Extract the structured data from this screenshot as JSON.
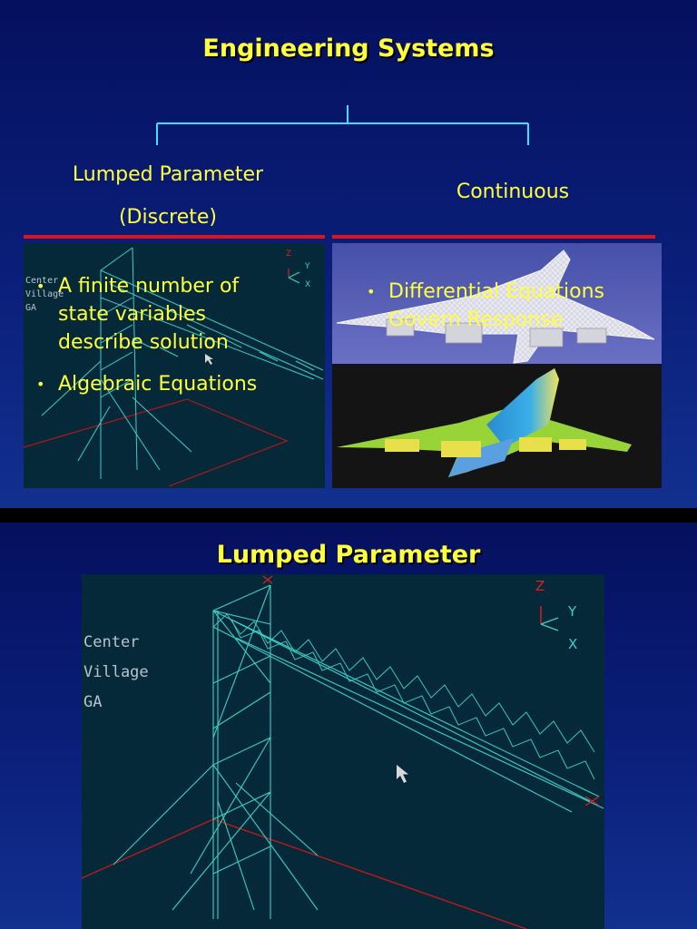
{
  "slide1": {
    "title": "Engineering Systems",
    "left_heading_line1": "Lumped Parameter",
    "left_heading_line2": "(Discrete)",
    "right_heading": "Continuous",
    "left_bullets": [
      {
        "lines": [
          "A finite number of",
          "state variables",
          "describe solution"
        ]
      },
      {
        "lines": [
          "Algebraic Equations"
        ]
      }
    ],
    "right_bullets": [
      {
        "lines": [
          "Differential Equations",
          "Govern Response"
        ]
      }
    ],
    "cad_location": [
      "Center",
      "Village",
      "GA"
    ]
  },
  "slide2": {
    "title": "Lumped Parameter",
    "cad_location": [
      "Center",
      "Village",
      "GA"
    ]
  },
  "axis_labels": {
    "z": "Z",
    "y": "Y",
    "x": "X"
  },
  "bullet_symbol": "•",
  "colors": {
    "title_yellow": "#ffff3c",
    "bracket_cyan": "#40e0ff",
    "divider_red": "#e0141e",
    "wire_cyan": "#3ccfc8",
    "cad_background": "#06293a"
  }
}
